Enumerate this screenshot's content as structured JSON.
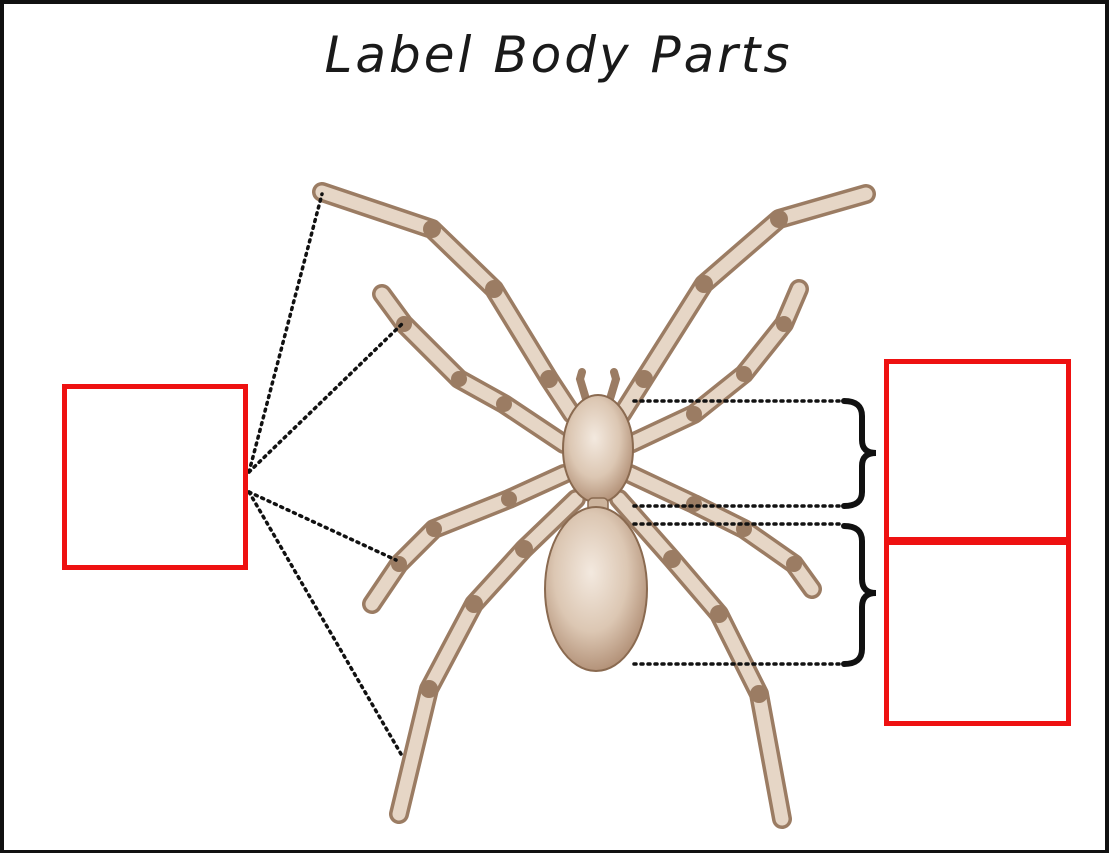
{
  "worksheet": {
    "title": "Label Body Parts"
  },
  "label_boxes": [
    {
      "id": "legs",
      "value": ""
    },
    {
      "id": "cephalothorax",
      "value": ""
    },
    {
      "id": "abdomen",
      "value": ""
    }
  ],
  "colors": {
    "box_border": "#ee1111",
    "spider_fill": "#d9c4b0",
    "spider_stroke": "#8a6a50",
    "leader_lines": "#111111"
  }
}
